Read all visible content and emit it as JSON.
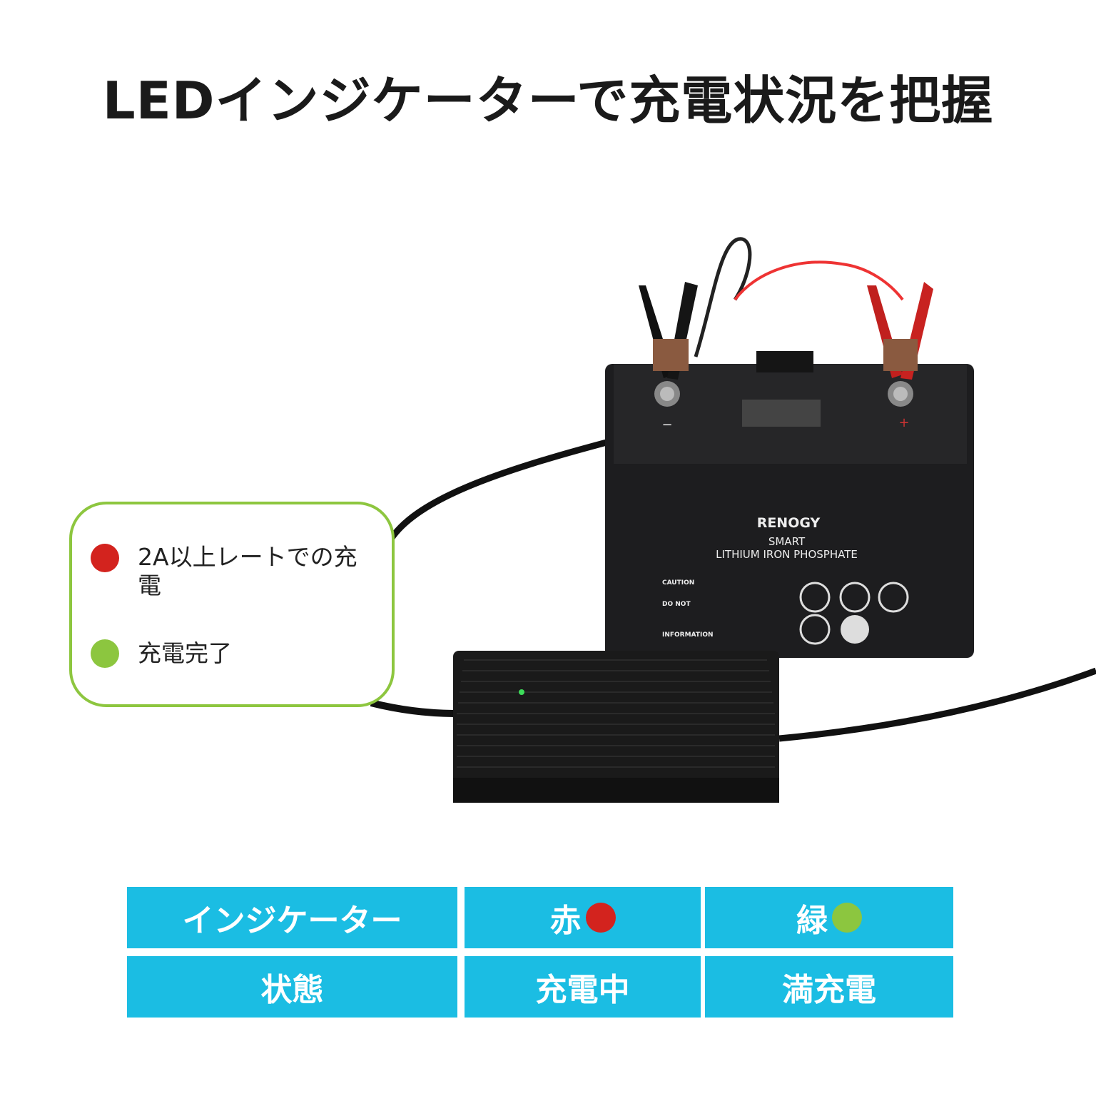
{
  "title": "LEDインジケーターで充電状況を把握",
  "colors": {
    "red": "#d3231e",
    "green": "#8cc63f",
    "table": "#1bbde3",
    "callout_border": "#8dc63f"
  },
  "callout": {
    "items": [
      {
        "color": "red",
        "text": "2A以上レートでの充電"
      },
      {
        "color": "green",
        "text": "充電完了"
      }
    ]
  },
  "battery_label": {
    "brand": "RENOGY",
    "line1": "SMART",
    "line2": "LITHIUM IRON PHOSPHATE",
    "caution": "CAUTION",
    "do_not": "DO NOT",
    "information": "INFORMATION",
    "minus": "−",
    "plus": "+"
  },
  "table": {
    "header": [
      "インジケーター",
      "赤",
      "緑"
    ],
    "row": [
      "状態",
      "充電中",
      "満充電"
    ]
  }
}
